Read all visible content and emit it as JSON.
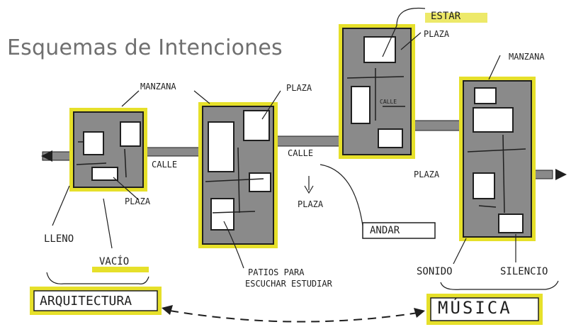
{
  "title": "Esquemas de Intenciones",
  "colors": {
    "highlighter": "#e6e02a",
    "block_fill": "#8a8a8a",
    "ink": "#1f1f1f",
    "title": "#6f6f6f"
  },
  "labels": {
    "manzana_left": "MANZANA",
    "plaza_left_top": "PLAZA",
    "plaza_left_bottom": "PLAZA",
    "calle_left": "CALLE",
    "lleno": "LLENO",
    "vacio": "VACÍO",
    "calle_center": "CALLE",
    "plaza_center": "PLAZA",
    "patios_line1": "PATIOS PARA",
    "patios_line2": "ESCUCHAR ESTUDIAR",
    "andar": "ANDAR",
    "estar": "ESTAR",
    "plaza_top": "PLAZA",
    "plaza_right": "PLAZA",
    "manzana_right": "MANZANA",
    "sonido": "SONIDO",
    "silencio": "SILENCIO",
    "arquitectura": "ARQUITECTURA",
    "musica": "MÚSICA"
  }
}
